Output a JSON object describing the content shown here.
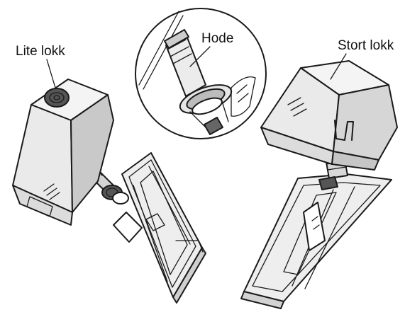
{
  "labels": {
    "small_lid": "Lite lokk",
    "head": "Hode",
    "large_lid": "Stort lokk"
  },
  "colors": {
    "line": "#1a1a1a",
    "face_light": "#f2f2f2",
    "face_mid": "#d8d8d8",
    "face_dark": "#b5b5b5",
    "background": "#ffffff"
  }
}
